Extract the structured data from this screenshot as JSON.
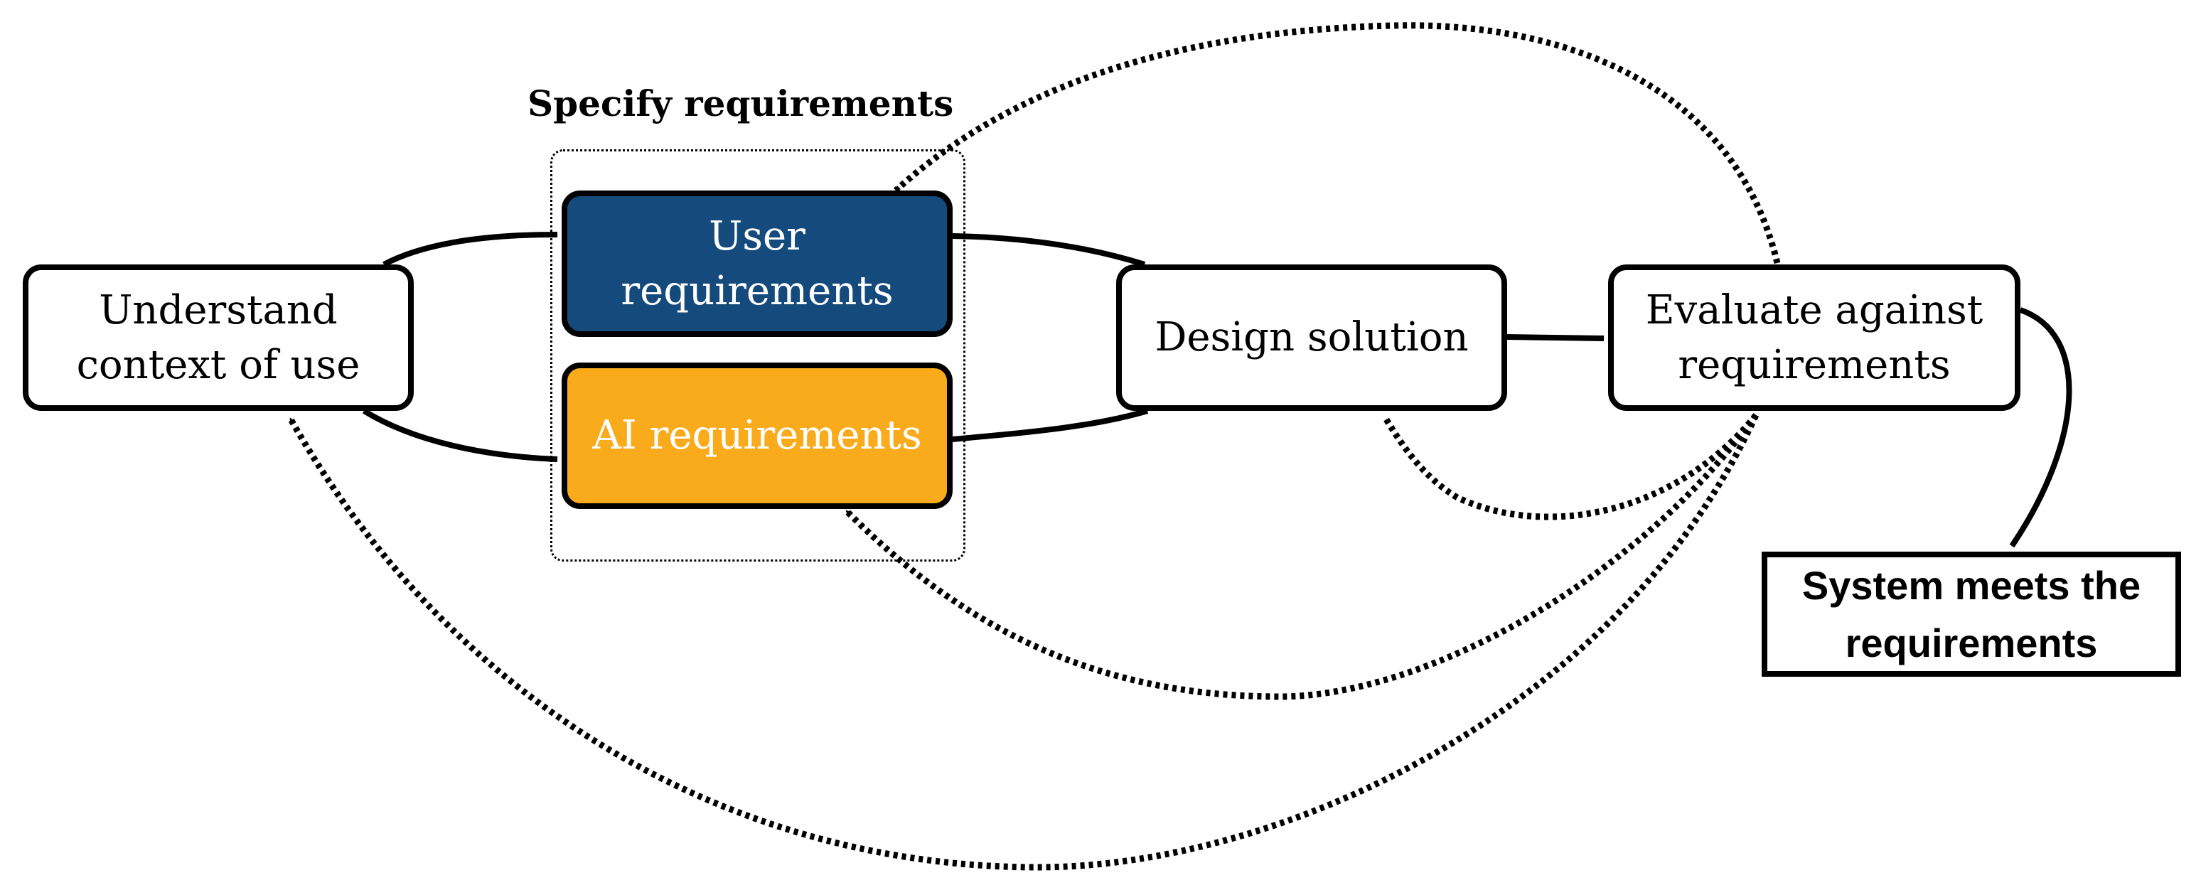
{
  "diagram": {
    "group": {
      "title": "Specify requirements"
    },
    "nodes": {
      "understand": {
        "label": "Understand\ncontext of use"
      },
      "user_req": {
        "label": "User\nrequirements",
        "fill": "#154a7c"
      },
      "ai_req": {
        "label": "AI requirements",
        "fill": "#f9ab1c"
      },
      "design": {
        "label": "Design solution"
      },
      "evaluate": {
        "label": "Evaluate against\nrequirements"
      },
      "meets": {
        "label": "System meets the\nrequirements"
      }
    },
    "edges": [
      {
        "from": "understand",
        "to": "user_req",
        "style": "solid"
      },
      {
        "from": "understand",
        "to": "ai_req",
        "style": "solid"
      },
      {
        "from": "user_req",
        "to": "design",
        "style": "solid"
      },
      {
        "from": "ai_req",
        "to": "design",
        "style": "solid"
      },
      {
        "from": "design",
        "to": "evaluate",
        "style": "solid"
      },
      {
        "from": "evaluate",
        "to": "meets",
        "style": "solid"
      },
      {
        "from": "evaluate",
        "to": "user_req",
        "style": "dotted"
      },
      {
        "from": "evaluate",
        "to": "design",
        "style": "dotted"
      },
      {
        "from": "evaluate",
        "to": "ai_req",
        "style": "dotted"
      },
      {
        "from": "evaluate",
        "to": "understand",
        "style": "dotted"
      }
    ],
    "colors": {
      "stroke": "#000000",
      "user_fill": "#154a7c",
      "ai_fill": "#f9ab1c"
    }
  }
}
